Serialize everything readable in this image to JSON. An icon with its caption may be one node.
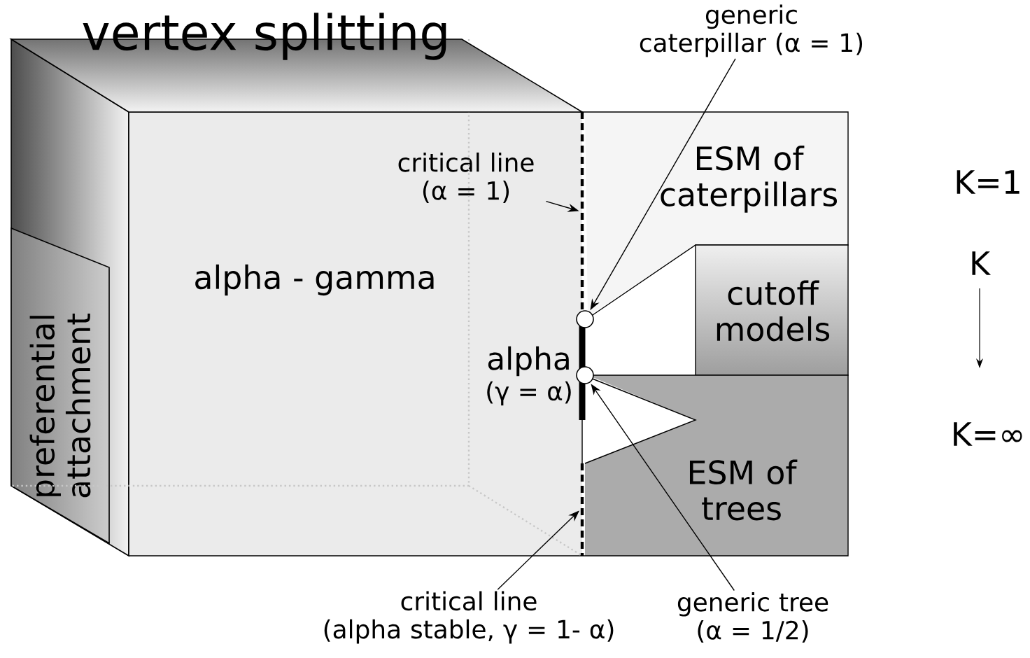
{
  "diagram": {
    "nodes": [
      {
        "text": [
          "vertex splitting"
        ]
      },
      {
        "text": [
          "alpha - gamma"
        ]
      },
      {
        "text": [
          "preferential attachment"
        ]
      },
      {
        "text": [
          "ESM of caterpillars"
        ]
      },
      {
        "text": [
          "cutoff models"
        ]
      },
      {
        "text": [
          "ESM of trees"
        ]
      },
      {
        "text": [
          "critical line (α = 1)"
        ],
        "in": 1
      },
      {
        "text": [
          "generic caterpillar (α = 1)"
        ]
      },
      {
        "text": [
          "critical line (alpha stable, γ = 1- α)"
        ]
      },
      {
        "text": [
          "generic tree (α = 1/2)"
        ]
      },
      {
        "text": [],
        "shape": "circle"
      },
      {
        "text": [],
        "shape": "circle"
      },
      {
        "text": [],
        "shape": "bar"
      },
      {
        "text": [],
        "shape": "bar"
      }
    ],
    "edges": [
      {
        "from": 6,
        "to": 12,
        "arrow": "to"
      },
      {
        "from": 7,
        "to": 10,
        "arrow": "to"
      },
      {
        "from": 8,
        "to": 13,
        "arrow": "to"
      },
      {
        "from": 9,
        "to": 11,
        "arrow": "to"
      }
    ],
    "labels": [
      "alpha",
      "(γ = α)",
      "K=1",
      "K",
      "K=∞"
    ]
  }
}
